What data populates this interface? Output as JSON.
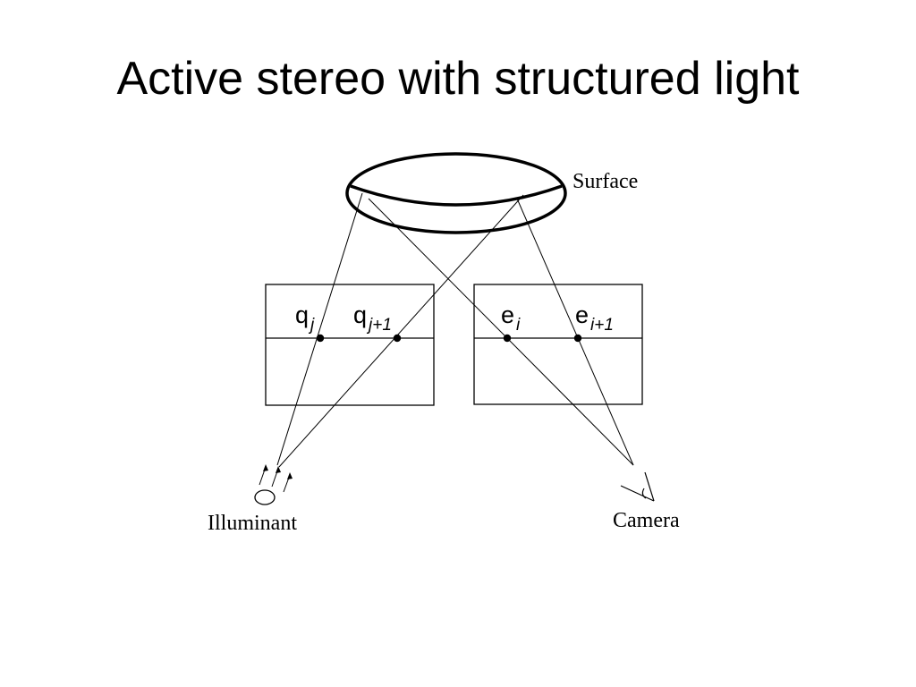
{
  "title": "Active stereo with structured light",
  "diagram": {
    "labels": {
      "surface": "Surface",
      "illuminant": "Illuminant",
      "camera": "Camera"
    },
    "points": {
      "q_j": {
        "base": "q",
        "sub": "j"
      },
      "q_j1": {
        "base": "q",
        "sub": "j+1"
      },
      "e_i": {
        "base": "e",
        "sub": "i"
      },
      "e_i1": {
        "base": "e",
        "sub": "i+1"
      }
    }
  }
}
